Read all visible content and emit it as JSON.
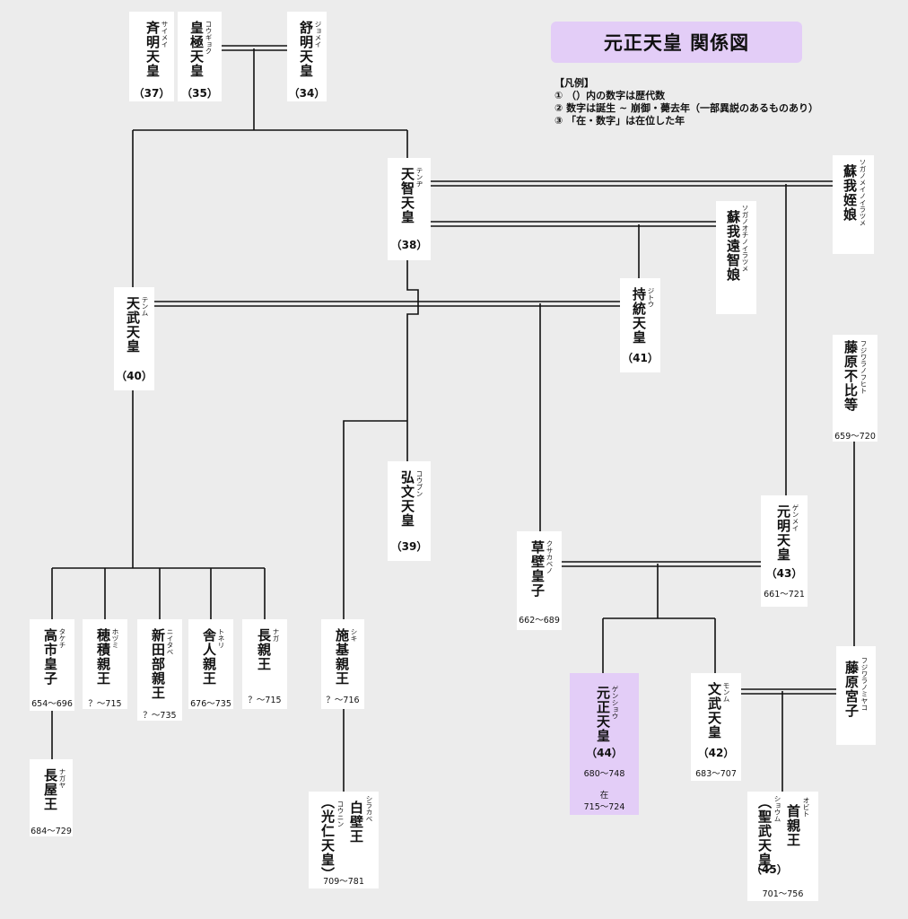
{
  "title": "元正天皇 関係図",
  "legend": {
    "heading": "【凡例】",
    "items": [
      "① （）内の数字は歴代数",
      "② 数字は誕生 ~ 崩御・薨去年（一部異説のあるものあり）",
      "③ 「在・数字」は在位した年"
    ]
  },
  "people": {
    "saimei": {
      "name": "斉明天皇",
      "ruby": "サイメイ",
      "num": "（37）"
    },
    "kogyoku": {
      "name": "皇極天皇",
      "ruby": "コウギョク",
      "num": "（35）"
    },
    "jomei": {
      "name": "舒明天皇",
      "ruby": "ジョメイ",
      "num": "（34）"
    },
    "tenji": {
      "name": "天智天皇",
      "ruby": "テンヂ",
      "num": "（38）"
    },
    "mei": {
      "name": "蘇我姪娘",
      "ruby": "ソガノメイノイラツメ"
    },
    "ochi": {
      "name": "蘇我遠智娘",
      "ruby": "ソガノオチノイラツメ"
    },
    "tenmu": {
      "name": "天武天皇",
      "ruby": "テンム",
      "num": "（40）"
    },
    "jito": {
      "name": "持統天皇",
      "ruby": "ジトウ",
      "num": "（41）"
    },
    "fuhito": {
      "name": "藤原不比等",
      "ruby": "フジワラノフヒト",
      "dates": "659〜720"
    },
    "kobun": {
      "name": "弘文天皇",
      "ruby": "コウブン",
      "num": "（39）"
    },
    "genmei": {
      "name": "元明天皇",
      "ruby": "ゲンメイ",
      "num": "（43）",
      "dates": "661〜721"
    },
    "kusakabe": {
      "name": "草壁皇子",
      "ruby": "クサカベノ",
      "dates": "662〜689"
    },
    "takechi": {
      "name": "高市皇子",
      "ruby": "タケチ",
      "dates": "654〜696"
    },
    "hozumi": {
      "name": "穂積親王",
      "ruby": "ホヅミ",
      "dates": "？〜715"
    },
    "niitabe": {
      "name": "新田部親王",
      "ruby": "ニイタベ",
      "dates": "？〜735"
    },
    "toneri": {
      "name": "舎人親王",
      "ruby": "トネリ",
      "dates": "676〜735"
    },
    "naga": {
      "name": "長親王",
      "ruby": "ナガ",
      "dates": "？〜715"
    },
    "shiki": {
      "name": "施基親王",
      "ruby": "シキ",
      "dates": "？〜716"
    },
    "gensho": {
      "name": "元正天皇",
      "ruby": "ゲンショウ",
      "num": "（44）",
      "dates": "680〜748",
      "reign_label": "在",
      "reign": "715〜724"
    },
    "monmu": {
      "name": "文武天皇",
      "ruby": "モンム",
      "num": "（42）",
      "dates": "683〜707"
    },
    "miyako": {
      "name": "藤原宮子",
      "ruby": "フジワラノミヤコ"
    },
    "nagaya": {
      "name": "長屋王",
      "ruby": "ナガヤ",
      "dates": "684〜729"
    },
    "shirakabe": {
      "name": "白壁王",
      "ruby": "シラカベ",
      "alt_name": "（光仁天皇）",
      "alt_ruby": "コウニン",
      "dates": "709〜781"
    },
    "obito": {
      "name": "首親王",
      "ruby": "オビト",
      "alt_name": "（聖武天皇）",
      "alt_ruby": "ショウム",
      "num": "（45）",
      "dates": "701〜756"
    }
  },
  "colors": {
    "background": "#ececec",
    "highlight": "#e3cdf7",
    "card": "#ffffff",
    "line": "#111111"
  }
}
